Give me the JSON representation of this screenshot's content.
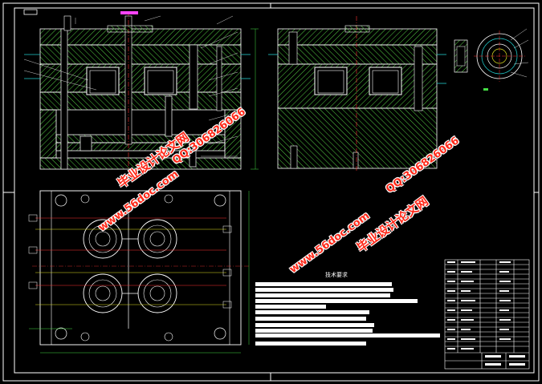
{
  "drawing": {
    "background": "#000000",
    "colors": {
      "outline": "#ffffff",
      "plate": "#33aa33",
      "hatch": "#55cc44",
      "center": "#ff3333",
      "dimension": "#44dd44",
      "accent_magenta": "#ff44ff",
      "accent_cyan": "#22cccc",
      "accent_yellow": "#dddd22",
      "watermark": "#ff2a1a"
    }
  },
  "technical_requirements": {
    "title": "技术要求",
    "line_count": 11
  },
  "title_block": {
    "rows": 18
  },
  "watermarks": {
    "site_text": "www.56doc.com",
    "qq_text": "QQ:306826066",
    "brand_text": "毕业设计论文网"
  }
}
